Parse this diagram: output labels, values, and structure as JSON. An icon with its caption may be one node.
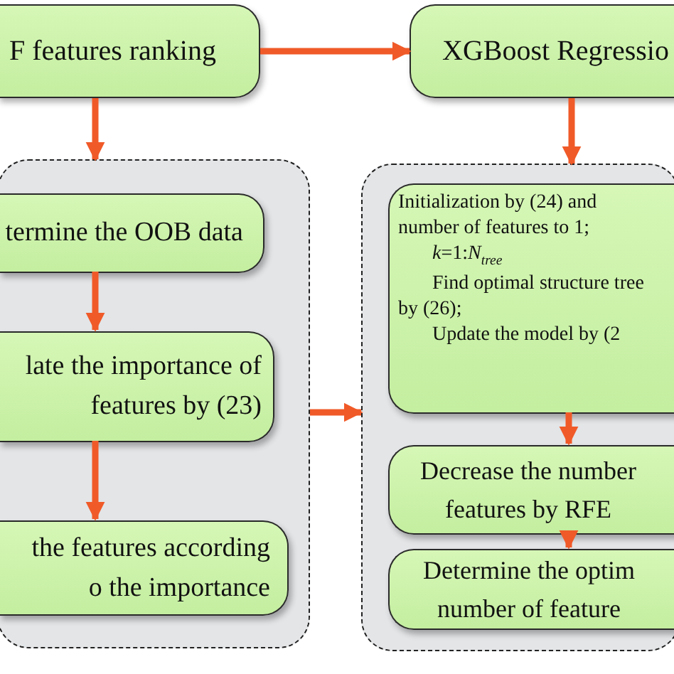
{
  "diagram": {
    "nodes": [
      {
        "text": [
          "F features ranking"
        ]
      },
      {
        "text": [
          "XGBoost Regressio"
        ]
      },
      {
        "text": [],
        "shape": "box"
      },
      {
        "text": [
          "termine the OOB data"
        ],
        "in": 2
      },
      {
        "text": [
          "late the importance of features by (23)"
        ],
        "in": 2
      },
      {
        "text": [
          "the features according o the importance"
        ],
        "in": 2
      },
      {
        "text": [],
        "shape": "box"
      },
      {
        "text": [
          "Initialization by (24) and number of features to 1;",
          "*k*=1:*N*$_{tree}$",
          "Find optimal structure tree by (26);",
          "Update the model by (2"
        ],
        "in": 6
      },
      {
        "text": [
          "Decrease the number features by RFE"
        ],
        "in": 6
      },
      {
        "text": [
          "Determine the optim number of feature"
        ],
        "in": 6
      }
    ],
    "edges": [
      {
        "from": 0,
        "to": 1,
        "arrow": "to"
      },
      {
        "from": 0,
        "to": 2,
        "arrow": "to"
      },
      {
        "from": 1,
        "to": 6,
        "arrow": "to"
      },
      {
        "from": 3,
        "to": 4,
        "arrow": "to"
      },
      {
        "from": 4,
        "to": 5,
        "arrow": "to"
      },
      {
        "from": 2,
        "to": 6,
        "arrow": "to"
      },
      {
        "from": 7,
        "to": 8,
        "arrow": "to"
      },
      {
        "from": 8,
        "to": 9,
        "arrow": "to"
      }
    ]
  }
}
